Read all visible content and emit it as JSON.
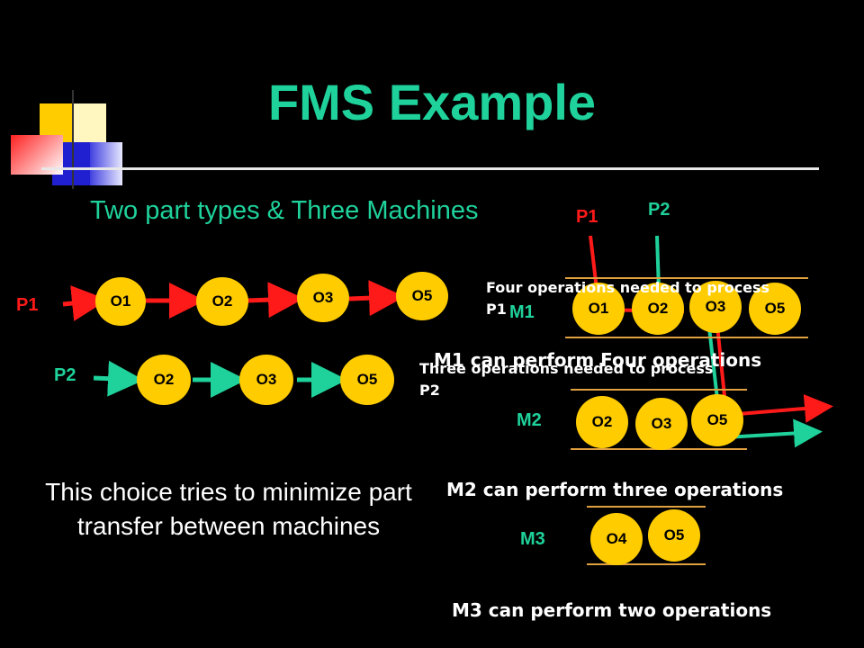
{
  "title": "FMS Example",
  "subtitle": "Two part types  &  Three Machines",
  "choice_text": "This choice tries to minimize part transfer between machines",
  "left": {
    "p1_label": "P1",
    "p1_ops": [
      "O1",
      "O2",
      "O3",
      "O5"
    ],
    "p2_label": "P2",
    "p2_ops": [
      "O2",
      "O3",
      "O5"
    ]
  },
  "right": {
    "p1_label": "P1",
    "p2_label": "P2",
    "note_p1": "Four operations needed to process P1",
    "note_p2": "Three operations needed to process P2",
    "m1": {
      "label": "M1",
      "ops": [
        "O1",
        "O2",
        "O3",
        "O5"
      ],
      "caption": "M1 can perform Four operations"
    },
    "m2": {
      "label": "M2",
      "ops": [
        "O2",
        "O3",
        "O5"
      ],
      "caption": "M2 can perform three operations"
    },
    "m3": {
      "label": "M3",
      "ops": [
        "O4",
        "O5"
      ],
      "caption": "M3 can perform two operations"
    }
  },
  "colors": {
    "accent": "#1fd19a",
    "node": "#ffcc00",
    "p1_arrow": "#ff1a1a",
    "p2_arrow": "#1fd19a",
    "machine_box": "#e0a040"
  }
}
